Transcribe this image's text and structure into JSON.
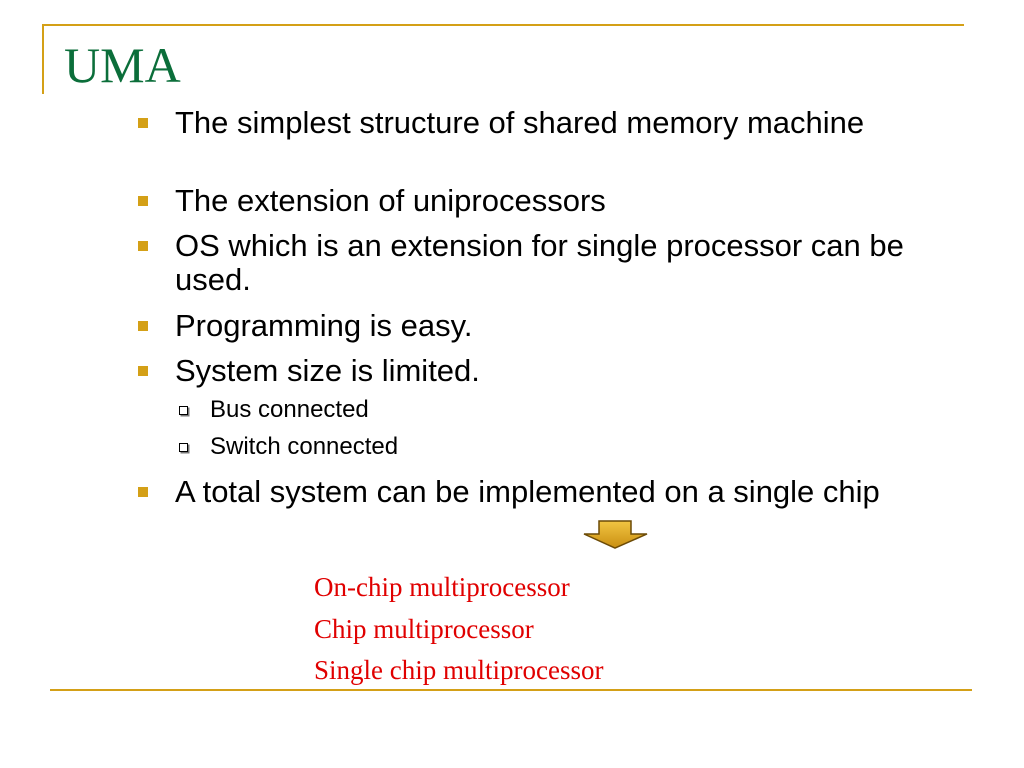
{
  "slide": {
    "title": "UMA",
    "bullets": [
      {
        "text": "The simplest structure of shared memory machine"
      },
      {
        "text": "The extension of uniprocessors"
      },
      {
        "text": "OS which is an extension for single processor can be used."
      },
      {
        "text": "Programming is easy."
      },
      {
        "text": "System size is limited."
      },
      {
        "text": "A total system can be implemented on a single chip"
      }
    ],
    "sub_bullets": [
      {
        "text": "Bus connected"
      },
      {
        "text": "Switch connected"
      }
    ],
    "arrow_icon": "down-arrow-icon",
    "result_terms": [
      "On-chip multiprocessor",
      "Chip multiprocessor",
      "Single chip multiprocessor"
    ],
    "colors": {
      "title": "#0b6e3a",
      "accent": "#d4a017",
      "highlight": "#e00000"
    }
  }
}
